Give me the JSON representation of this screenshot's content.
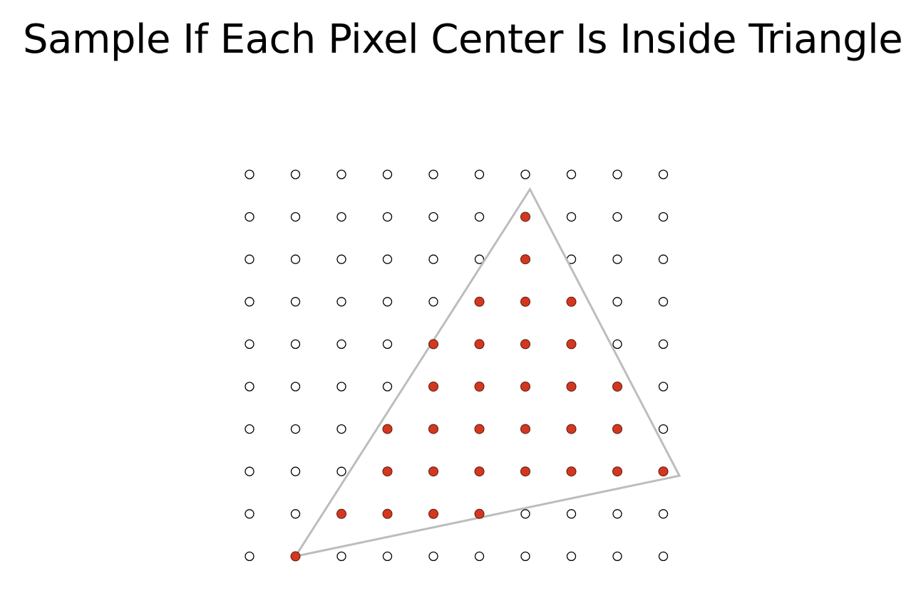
{
  "slide": {
    "title": "Sample If Each Pixel Center Is Inside Triangle"
  },
  "colors": {
    "inside_fill": "#d4371f",
    "inside_stroke": "#5a1a10",
    "outside_fill": "#ffffff",
    "outside_stroke": "#000000",
    "triangle_stroke": "#bdbdbd"
  },
  "diagram": {
    "grid_cols": 10,
    "grid_rows": 10,
    "triangle_vertices_in_grid_units": [
      [
        1.0,
        9.0
      ],
      [
        6.1,
        0.35
      ],
      [
        9.35,
        7.1
      ]
    ],
    "inside_samples_col_row": [
      [
        6,
        1
      ],
      [
        6,
        2
      ],
      [
        5,
        3
      ],
      [
        6,
        3
      ],
      [
        7,
        3
      ],
      [
        4,
        4
      ],
      [
        5,
        4
      ],
      [
        6,
        4
      ],
      [
        7,
        4
      ],
      [
        4,
        5
      ],
      [
        5,
        5
      ],
      [
        6,
        5
      ],
      [
        7,
        5
      ],
      [
        8,
        5
      ],
      [
        3,
        6
      ],
      [
        4,
        6
      ],
      [
        5,
        6
      ],
      [
        6,
        6
      ],
      [
        7,
        6
      ],
      [
        8,
        6
      ],
      [
        3,
        7
      ],
      [
        4,
        7
      ],
      [
        5,
        7
      ],
      [
        6,
        7
      ],
      [
        7,
        7
      ],
      [
        8,
        7
      ],
      [
        9,
        7
      ],
      [
        2,
        8
      ],
      [
        3,
        8
      ],
      [
        4,
        8
      ],
      [
        5,
        8
      ],
      [
        1,
        9
      ]
    ]
  }
}
